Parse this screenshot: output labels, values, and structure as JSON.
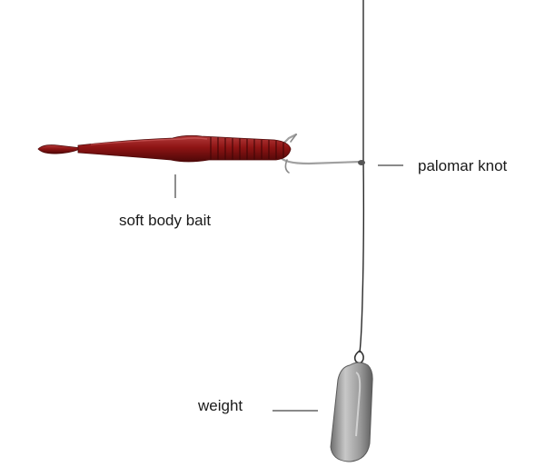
{
  "diagram": {
    "labels": {
      "soft_body_bait": "soft body bait",
      "palomar_knot": "palomar knot",
      "weight": "weight"
    },
    "colors": {
      "bait_red": "#8e1414",
      "bait_dark": "#5a0a0a",
      "line": "#2a2a2a",
      "hook": "#9a9a9a",
      "sinker": "#8c8c8c"
    }
  }
}
